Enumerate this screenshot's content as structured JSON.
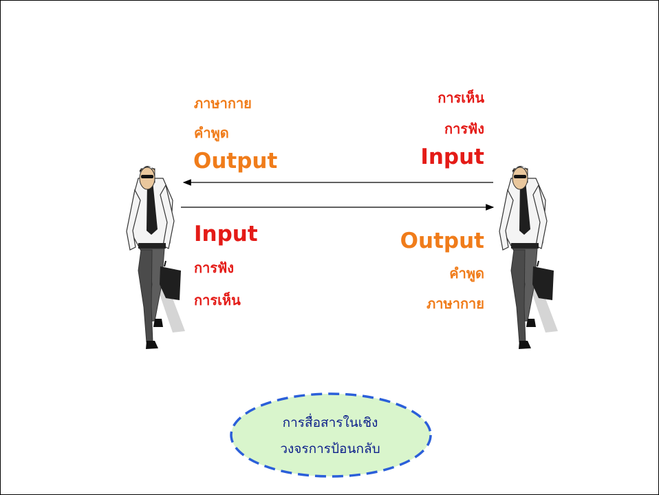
{
  "left": {
    "output_group": {
      "line1": "ภาษากาย",
      "line2": "คำพูด",
      "heading": "Output"
    },
    "input_group": {
      "heading": "Input",
      "line1": "การฟัง",
      "line2": "การเห็น"
    }
  },
  "right": {
    "input_group": {
      "line1": "การเห็น",
      "line2": "การฟัง",
      "heading": "Input"
    },
    "output_group": {
      "heading": "Output",
      "line1": "คำพูด",
      "line2": "ภาษากาย"
    }
  },
  "bubble": {
    "line1": "การสื่อสารในเชิง",
    "line2": "วงจรการป้อนกลับ"
  },
  "colors": {
    "orange": "#f07c1a",
    "red": "#e41b17",
    "bubble_fill": "#d9f5cc",
    "bubble_border": "#2b5fd9",
    "bubble_text": "#0c1e8a"
  }
}
